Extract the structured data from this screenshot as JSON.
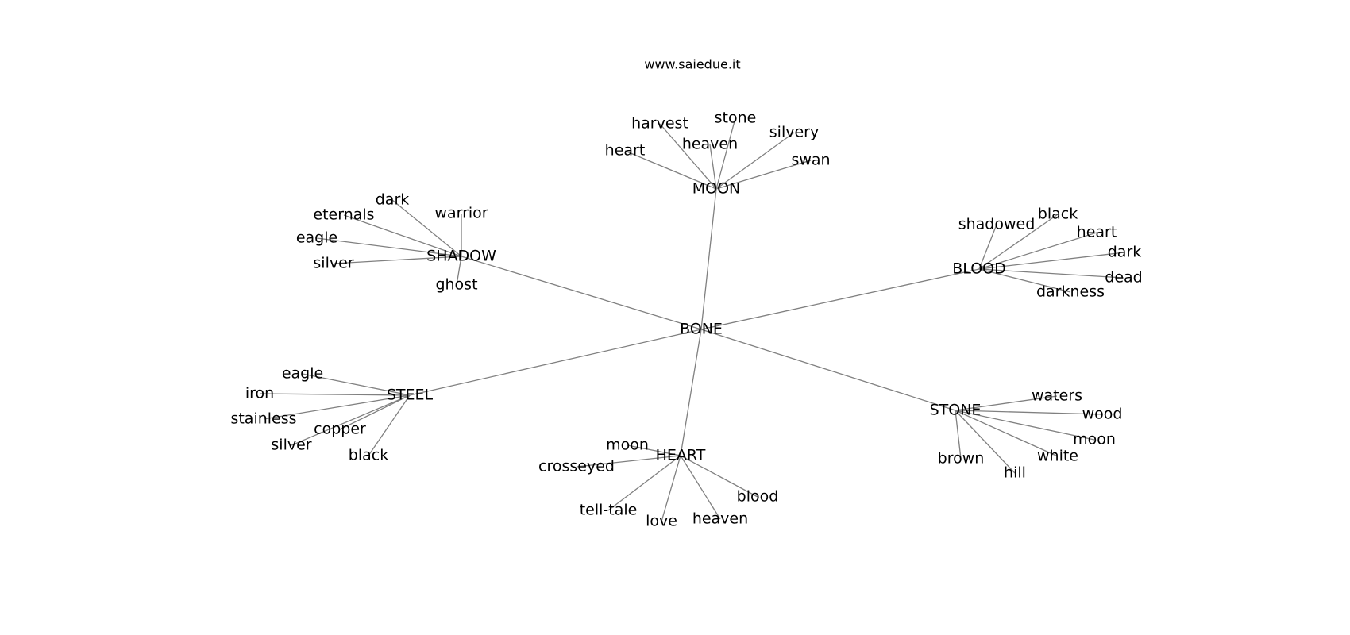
{
  "header": {
    "site": "www.saiedue.it"
  },
  "graph": {
    "center": "BONE",
    "clusters": [
      {
        "hub": "MOON",
        "words": [
          "heart",
          "harvest",
          "heaven",
          "stone",
          "silvery",
          "swan"
        ]
      },
      {
        "hub": "SHADOW",
        "words": [
          "dark",
          "eternals",
          "warrior",
          "eagle",
          "silver",
          "ghost"
        ]
      },
      {
        "hub": "BLOOD",
        "words": [
          "shadowed",
          "black",
          "heart",
          "dark",
          "dead",
          "darkness"
        ]
      },
      {
        "hub": "STEEL",
        "words": [
          "eagle",
          "iron",
          "stainless",
          "copper",
          "silver",
          "black"
        ]
      },
      {
        "hub": "HEART",
        "words": [
          "moon",
          "crosseyed",
          "tell-tale",
          "love",
          "heaven",
          "blood"
        ]
      },
      {
        "hub": "STONE",
        "words": [
          "waters",
          "wood",
          "moon",
          "white",
          "brown",
          "hill"
        ]
      }
    ]
  },
  "colors": {
    "edge": "#808080",
    "text": "#000000",
    "background": "#ffffff"
  }
}
